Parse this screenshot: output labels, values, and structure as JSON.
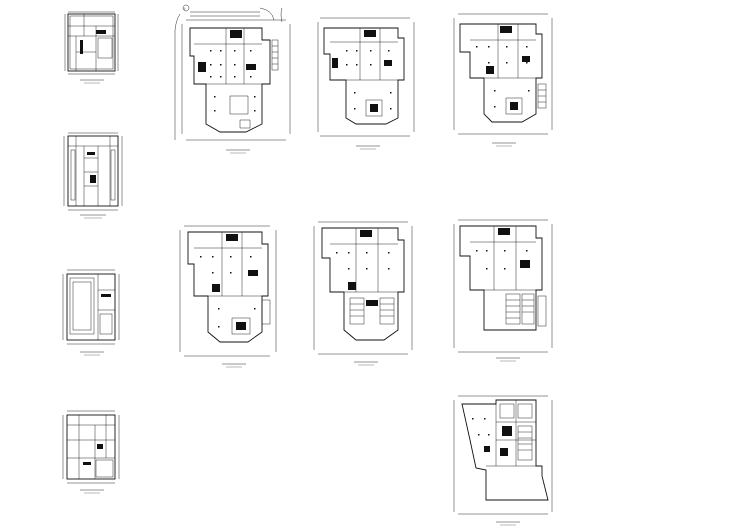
{
  "sheet": {
    "background": "#ffffff",
    "line_color": "#111111",
    "north_marker": "①",
    "drawings": [
      {
        "id": "small-plan-1",
        "kind": "small"
      },
      {
        "id": "small-plan-2",
        "kind": "small"
      },
      {
        "id": "small-plan-3",
        "kind": "small"
      },
      {
        "id": "small-plan-4",
        "kind": "small"
      },
      {
        "id": "large-plan-r1-c1",
        "kind": "large"
      },
      {
        "id": "large-plan-r1-c2",
        "kind": "large"
      },
      {
        "id": "large-plan-r1-c3",
        "kind": "large"
      },
      {
        "id": "large-plan-r2-c1",
        "kind": "large"
      },
      {
        "id": "large-plan-r2-c2",
        "kind": "large"
      },
      {
        "id": "large-plan-r2-c3",
        "kind": "large"
      },
      {
        "id": "large-plan-r3-c3",
        "kind": "large"
      }
    ]
  }
}
